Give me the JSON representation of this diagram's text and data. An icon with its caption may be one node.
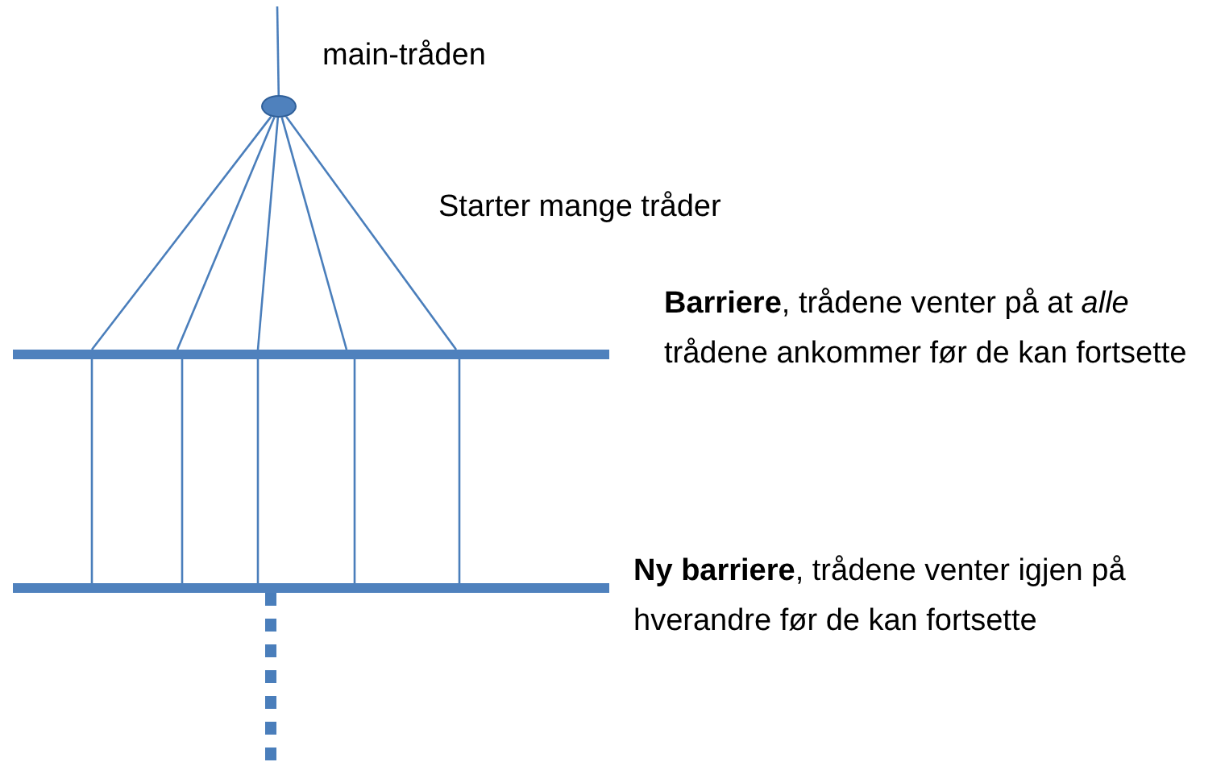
{
  "diagram": {
    "nodes": [
      {
        "text": [],
        "shape": "circle",
        "beside": [
          "main-tråden"
        ]
      },
      {
        "text": [],
        "shape": "bar",
        "beside": [
          "**Barriere**, trådene venter på at *alle* trådene ankommer før de kan fortsette"
        ]
      },
      {
        "text": [],
        "shape": "bar",
        "beside": [
          "**Ny barriere**, trådene venter igjen på hverandre før de kan fortsette"
        ]
      }
    ],
    "edges": [
      {
        "from": null,
        "to": 0,
        "arrow": "none"
      },
      {
        "from": 0,
        "to": 1,
        "arrow": "none"
      },
      {
        "from": 0,
        "to": 1,
        "arrow": "none"
      },
      {
        "from": 0,
        "to": 1,
        "arrow": "none"
      },
      {
        "from": 0,
        "to": 1,
        "arrow": "none"
      },
      {
        "from": 0,
        "to": 1,
        "arrow": "none"
      },
      {
        "from": 1,
        "to": 2,
        "arrow": "none"
      },
      {
        "from": 1,
        "to": 2,
        "arrow": "none"
      },
      {
        "from": 1,
        "to": 2,
        "arrow": "none"
      },
      {
        "from": 1,
        "to": 2,
        "arrow": "none"
      },
      {
        "from": 1,
        "to": 2,
        "arrow": "none"
      },
      {
        "from": 2,
        "to": null,
        "arrow": "none",
        "style": "dashed"
      }
    ],
    "labels": [
      "Starter mange tråder"
    ]
  }
}
